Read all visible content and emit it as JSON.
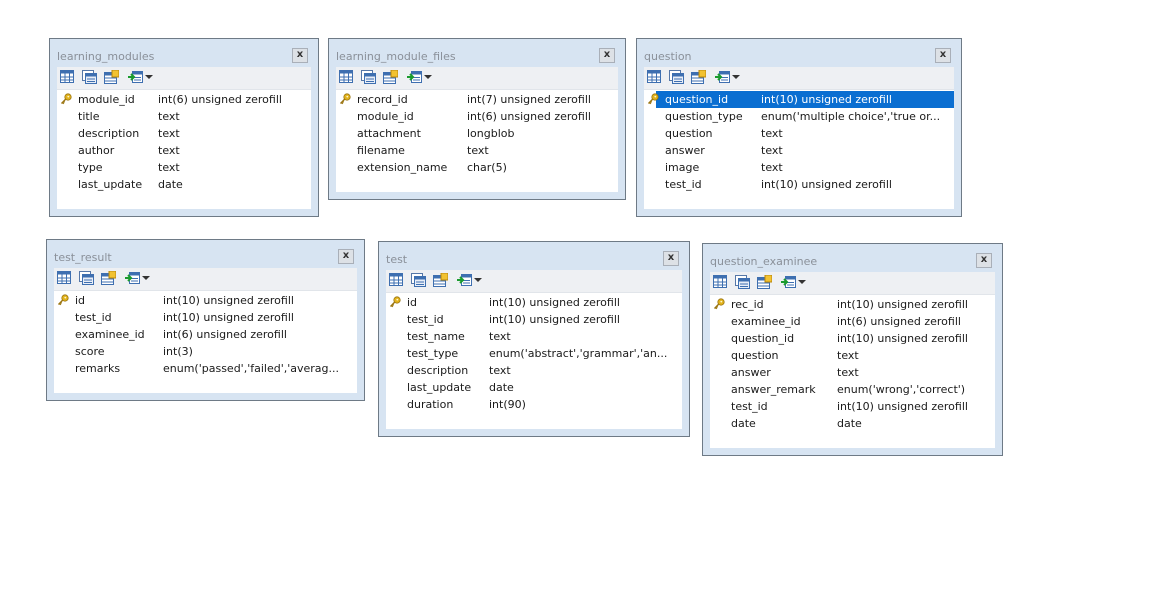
{
  "tables": [
    {
      "id": "learning_modules",
      "title": "learning_modules",
      "close_label": "x",
      "rows": [
        {
          "name": "module_id",
          "type": "int(6) unsigned zerofill",
          "primary_key": true
        },
        {
          "name": "title",
          "type": "text"
        },
        {
          "name": "description",
          "type": "text"
        },
        {
          "name": "author",
          "type": "text"
        },
        {
          "name": "type",
          "type": "text"
        },
        {
          "name": "last_update",
          "type": "date"
        }
      ]
    },
    {
      "id": "learning_module_files",
      "title": "learning_module_files",
      "close_label": "x",
      "rows": [
        {
          "name": "record_id",
          "type": "int(7) unsigned zerofill",
          "primary_key": true
        },
        {
          "name": "module_id",
          "type": "int(6) unsigned zerofill"
        },
        {
          "name": "attachment",
          "type": "longblob"
        },
        {
          "name": "filename",
          "type": "text"
        },
        {
          "name": "extension_name",
          "type": "char(5)"
        }
      ]
    },
    {
      "id": "question",
      "title": "question",
      "close_label": "x",
      "rows": [
        {
          "name": "question_id",
          "type": "int(10) unsigned zerofill",
          "primary_key": true,
          "selected": true
        },
        {
          "name": "question_type",
          "type": "enum('multiple choice','true or..."
        },
        {
          "name": "question",
          "type": "text"
        },
        {
          "name": "answer",
          "type": "text"
        },
        {
          "name": "image",
          "type": "text"
        },
        {
          "name": "test_id",
          "type": "int(10) unsigned zerofill"
        }
      ]
    },
    {
      "id": "test_result",
      "title": "test_result",
      "close_label": "x",
      "rows": [
        {
          "name": "id",
          "type": "int(10) unsigned zerofill",
          "primary_key": true
        },
        {
          "name": "test_id",
          "type": "int(10) unsigned zerofill"
        },
        {
          "name": "examinee_id",
          "type": "int(6) unsigned zerofill"
        },
        {
          "name": "score",
          "type": "int(3)"
        },
        {
          "name": "remarks",
          "type": "enum('passed','failed','averag..."
        }
      ]
    },
    {
      "id": "test",
      "title": "test",
      "close_label": "x",
      "rows": [
        {
          "name": "id",
          "type": "int(10) unsigned zerofill",
          "primary_key": true
        },
        {
          "name": "test_id",
          "type": "int(10) unsigned zerofill"
        },
        {
          "name": "test_name",
          "type": "text"
        },
        {
          "name": "test_type",
          "type": "enum('abstract','grammar','an..."
        },
        {
          "name": "description",
          "type": "text"
        },
        {
          "name": "last_update",
          "type": "date"
        },
        {
          "name": "duration",
          "type": "int(90)"
        }
      ]
    },
    {
      "id": "question_examinee",
      "title": "question_examinee",
      "close_label": "x",
      "rows": [
        {
          "name": "rec_id",
          "type": "int(10) unsigned zerofill",
          "primary_key": true
        },
        {
          "name": "examinee_id",
          "type": "int(6) unsigned zerofill"
        },
        {
          "name": "question_id",
          "type": "int(10) unsigned zerofill"
        },
        {
          "name": "question",
          "type": "text"
        },
        {
          "name": "answer",
          "type": "text"
        },
        {
          "name": "answer_remark",
          "type": "enum('wrong','correct')"
        },
        {
          "name": "test_id",
          "type": "int(10) unsigned zerofill"
        },
        {
          "name": "date",
          "type": "date"
        }
      ]
    }
  ],
  "toolbar_icons": [
    "table-grid-icon",
    "table-fields-icon",
    "table-index-icon",
    "add-relation-icon"
  ],
  "colors": {
    "frame": "#d7e4f2",
    "border": "#6e7a86",
    "selection": "#0a6ed1",
    "key_gold": "#d4a017"
  }
}
